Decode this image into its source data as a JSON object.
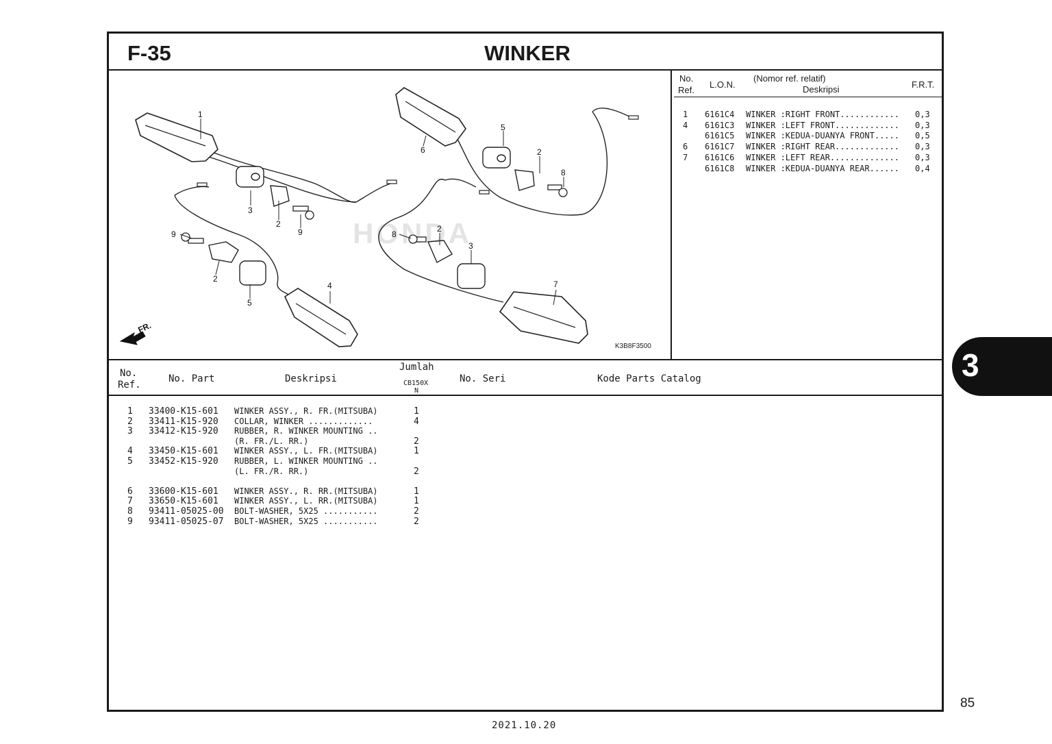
{
  "header": {
    "figure_code": "F-35",
    "title": "WINKER"
  },
  "diagram": {
    "code": "K3B8F3500",
    "direction_label": "FR.",
    "watermark": "HONDA",
    "callouts": [
      "1",
      "2",
      "3",
      "4",
      "5",
      "6",
      "7",
      "8",
      "9"
    ]
  },
  "lon_table": {
    "headers": {
      "no": "No.",
      "ref": "Ref.",
      "lon": "L.O.N.",
      "desc_top": "(Nomor ref. relatif)",
      "desc": "Deskripsi",
      "frt": "F.R.T."
    },
    "rows": [
      {
        "no": "1",
        "lon": "6161C4",
        "desc": "WINKER :RIGHT FRONT............",
        "frt": "0,3"
      },
      {
        "no": "4",
        "lon": "6161C3",
        "desc": "WINKER :LEFT FRONT.............",
        "frt": "0,3"
      },
      {
        "no": "",
        "lon": "6161C5",
        "desc": "WINKER :KEDUA-DUANYA FRONT.....",
        "frt": "0,5"
      },
      {
        "no": "6",
        "lon": "6161C7",
        "desc": "WINKER :RIGHT REAR.............",
        "frt": "0,3"
      },
      {
        "no": "7",
        "lon": "6161C6",
        "desc": "WINKER :LEFT REAR..............",
        "frt": "0,3"
      },
      {
        "no": "",
        "lon": "6161C8",
        "desc": "WINKER :KEDUA-DUANYA REAR......",
        "frt": "0,4"
      }
    ]
  },
  "catalog": {
    "headers": {
      "no": "No.",
      "ref": "Ref.",
      "part": "No. Part",
      "desc": "Deskripsi",
      "qty": "Jumlah",
      "model": "CB150X",
      "model_sub": "N",
      "seri": "No. Seri",
      "kode": "Kode Parts Catalog"
    },
    "rows": [
      {
        "ref": "1",
        "part": "33400-K15-601",
        "desc": "WINKER ASSY., R. FR.(MITSUBA)",
        "qty": "1"
      },
      {
        "ref": "2",
        "part": "33411-K15-920",
        "desc": "COLLAR, WINKER .............",
        "qty": "4"
      },
      {
        "ref": "3",
        "part": "33412-K15-920",
        "desc": "RUBBER, R. WINKER MOUNTING ..",
        "qty": ""
      },
      {
        "ref": "",
        "part": "",
        "desc": "(R. FR./L. RR.)",
        "qty": "2"
      },
      {
        "ref": "4",
        "part": "33450-K15-601",
        "desc": "WINKER ASSY., L. FR.(MITSUBA)",
        "qty": "1"
      },
      {
        "ref": "5",
        "part": "33452-K15-920",
        "desc": "RUBBER, L. WINKER MOUNTING ..",
        "qty": ""
      },
      {
        "ref": "",
        "part": "",
        "desc": "(L. FR./R. RR.)",
        "qty": "2"
      },
      {
        "ref": "6",
        "part": "33600-K15-601",
        "desc": "WINKER ASSY., R. RR.(MITSUBA)",
        "qty": "1"
      },
      {
        "ref": "7",
        "part": "33650-K15-601",
        "desc": "WINKER ASSY., L. RR.(MITSUBA)",
        "qty": "1"
      },
      {
        "ref": "8",
        "part": "93411-05025-00",
        "desc": "BOLT-WASHER, 5X25 ...........",
        "qty": "2"
      },
      {
        "ref": "9",
        "part": "93411-05025-07",
        "desc": "BOLT-WASHER, 5X25 ...........",
        "qty": "2"
      }
    ]
  },
  "section_tab": "3",
  "page_number": "85",
  "date": "2021.10.20"
}
